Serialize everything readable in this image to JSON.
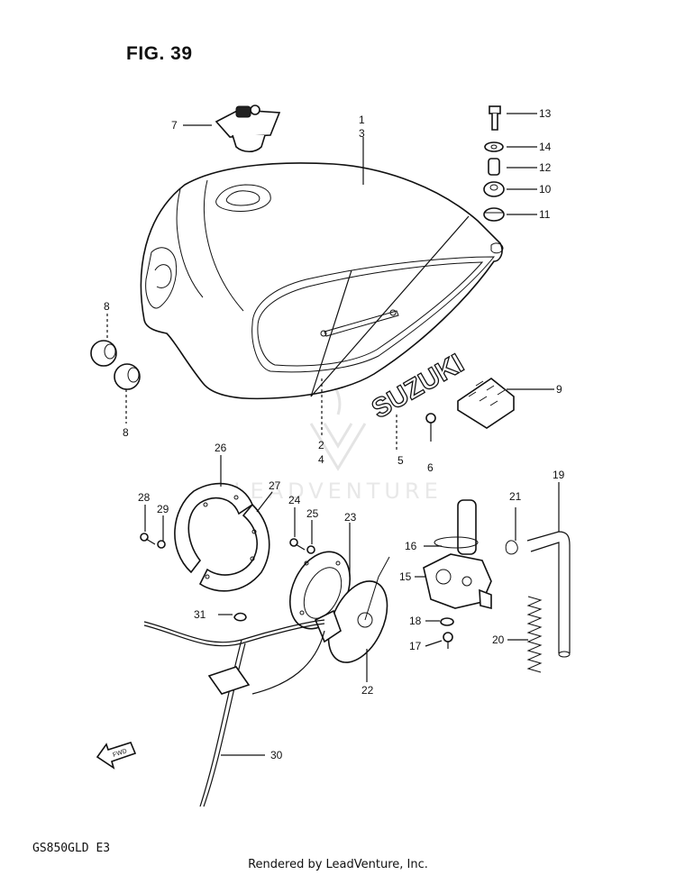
{
  "figure_title": "FIG. 39",
  "model_code": "GS850GLD  E3",
  "footer": "Rendered by LeadVenture, Inc.",
  "watermark": "LEADVENTURE",
  "emblem_text": "SUZUKI",
  "callouts": [
    "1",
    "3",
    "2",
    "4",
    "5",
    "6",
    "7",
    "8",
    "8",
    "9",
    "10",
    "11",
    "12",
    "13",
    "14",
    "15",
    "16",
    "17",
    "18",
    "19",
    "20",
    "21",
    "22",
    "23",
    "24",
    "25",
    "26",
    "27",
    "28",
    "29",
    "30",
    "31"
  ],
  "icons": {
    "arrow": "fwd-arrow-icon",
    "logo": "leadventure-logo-icon"
  },
  "colors": {
    "line": "#111111",
    "background": "#ffffff",
    "watermark": "#e8e8e8"
  }
}
